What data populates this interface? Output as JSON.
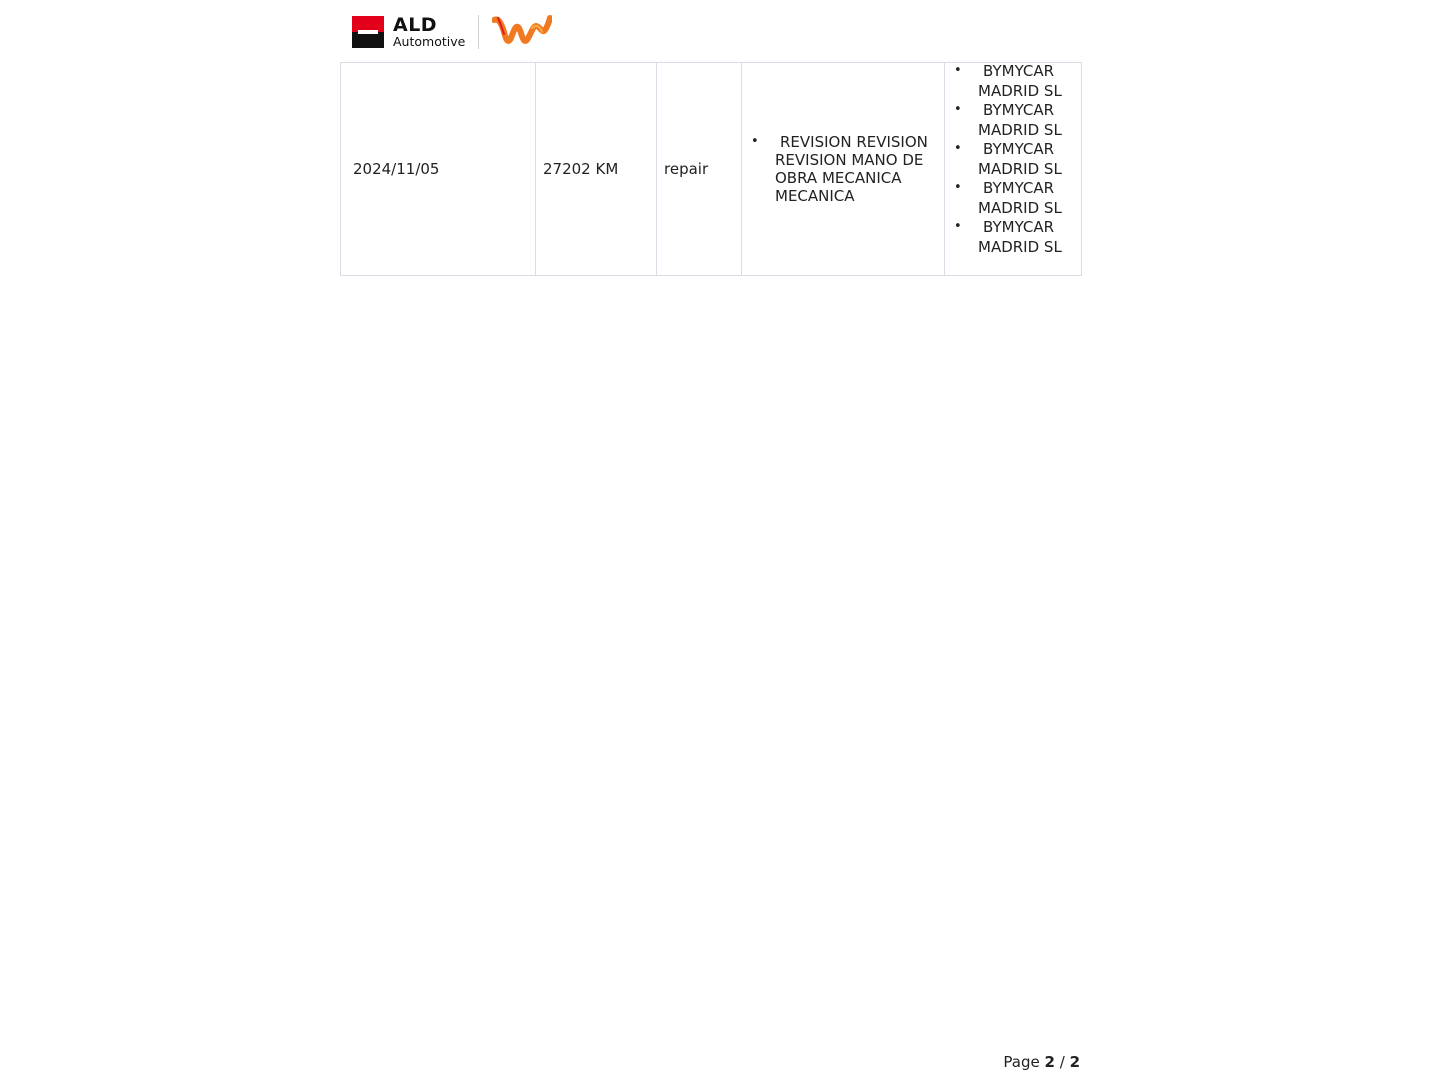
{
  "header": {
    "ald_title": "ALD",
    "ald_subtitle": "Automotive",
    "brand_colors": {
      "ald_red": "#e2001a",
      "ald_black": "#111111",
      "partner_orange": "#f07a22"
    },
    "partner_logo_icon": "orange-wave-w-logo"
  },
  "table": {
    "rows": [
      {
        "date": "2024/11/05",
        "mileage": "27202 KM",
        "type": "repair",
        "descriptions": [
          "REVISION REVISION  REVISION MANO DE OBRA MECANICA MECANICA"
        ],
        "providers": [
          "BYMYCAR MADRID SL",
          "BYMYCAR MADRID SL",
          "BYMYCAR MADRID SL",
          "BYMYCAR MADRID SL",
          "BYMYCAR MADRID SL"
        ]
      }
    ]
  },
  "footer": {
    "page_label": "Page",
    "current_page": "2",
    "separator": "/",
    "total_pages": "2"
  }
}
